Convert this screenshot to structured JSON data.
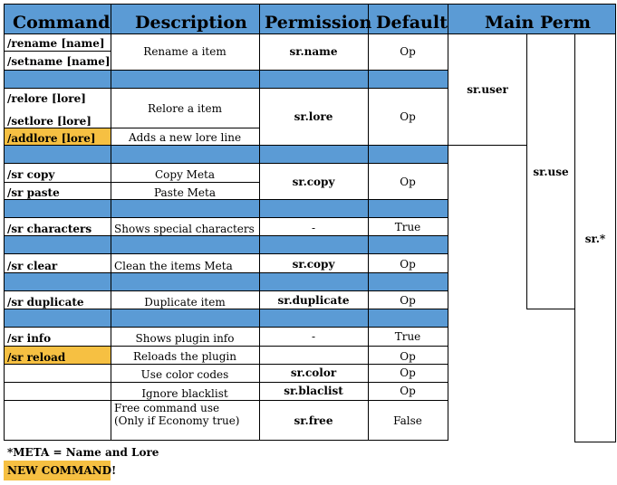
{
  "header": {
    "command": "Command",
    "description": "Description",
    "permission": "Permission",
    "default": "Default",
    "main_perm": "Main Perm"
  },
  "rows": {
    "rename": {
      "cmd1": "/rename [name]",
      "cmd2": "/setname [name]",
      "desc": "Rename a item",
      "perm": "sr.name",
      "def": "Op"
    },
    "lore": {
      "cmd1": "/relore [lore]",
      "cmd2": "/setlore [lore]",
      "cmd3": "/addlore [lore]",
      "desc": "Relore a item",
      "desc2": "Adds a new lore line",
      "perm": "sr.lore",
      "def": "Op"
    },
    "copy": {
      "cmd1": "/sr copy",
      "cmd2": "/sr  paste",
      "desc": "Copy Meta",
      "desc2": "Paste Meta",
      "perm": "sr.copy",
      "def": "Op"
    },
    "characters": {
      "cmd": "/sr characters",
      "desc": "Shows special characters",
      "perm": "-",
      "def": "True"
    },
    "clear": {
      "cmd": "/sr clear",
      "desc": "Clean the items Meta",
      "perm": "sr.copy",
      "def": "Op"
    },
    "duplicate": {
      "cmd": "/sr duplicate",
      "desc": "Duplicate item",
      "perm": "sr.duplicate",
      "def": "Op"
    },
    "info": {
      "cmd": "/sr info",
      "desc": "Shows  plugin info",
      "perm": "-",
      "def": "True"
    },
    "reload": {
      "cmd": "/sr reload",
      "desc": "Reloads the plugin",
      "def": "Op"
    },
    "color": {
      "desc": "Use color codes",
      "perm": "sr.color",
      "def": "Op"
    },
    "blacklist": {
      "desc": "Ignore blacklist",
      "perm": "sr.blaclist",
      "def": "Op"
    },
    "free": {
      "desc1": "Free command use",
      "desc2": "(Only if Economy true)",
      "perm": "sr.free",
      "def": "False"
    }
  },
  "main_perm": {
    "user": "sr.user",
    "use": "sr.use",
    "all": "sr.*"
  },
  "footer": {
    "meta_note": "*META = Name and Lore",
    "new_command": "NEW COMMAND!"
  },
  "colors": {
    "header_band": "#5b9bd5",
    "new_command": "#f6c042"
  }
}
